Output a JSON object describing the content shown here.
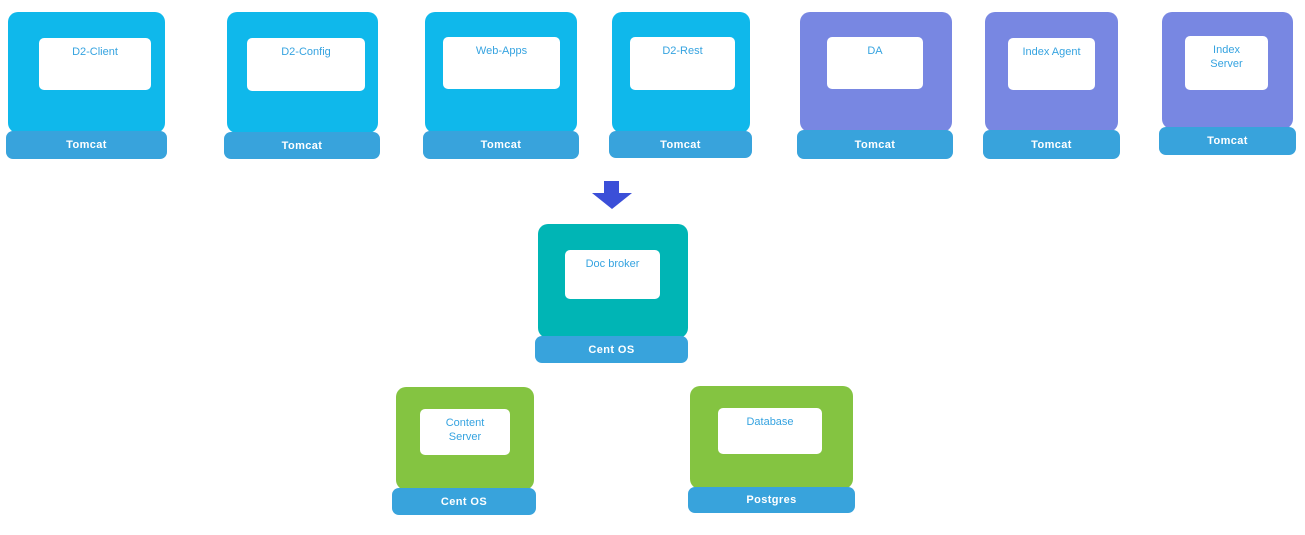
{
  "diagram": {
    "colors": {
      "cyan": "#0FB8EB",
      "purple": "#7887E2",
      "teal": "#00B5B5",
      "green": "#84C441",
      "band": "#38A3DC",
      "label_text": "#35A3E0",
      "band_text": "#FFFFFF",
      "arrow": "#3B4FD8"
    },
    "arrow_icon": "down-arrow",
    "nodes": [
      {
        "label": "D2-Client",
        "platform": "Tomcat"
      },
      {
        "label": "D2-Config",
        "platform": "Tomcat"
      },
      {
        "label": "Web-Apps",
        "platform": "Tomcat"
      },
      {
        "label": "D2-Rest",
        "platform": "Tomcat"
      },
      {
        "label": "DA",
        "platform": "Tomcat"
      },
      {
        "label": "Index Agent",
        "platform": "Tomcat"
      },
      {
        "label": "Index Server",
        "platform": "Tomcat"
      },
      {
        "label": "Doc broker",
        "platform": "Cent OS"
      },
      {
        "label": "Content Server",
        "platform": "Cent OS"
      },
      {
        "label": "Database",
        "platform": "Postgres"
      }
    ]
  }
}
